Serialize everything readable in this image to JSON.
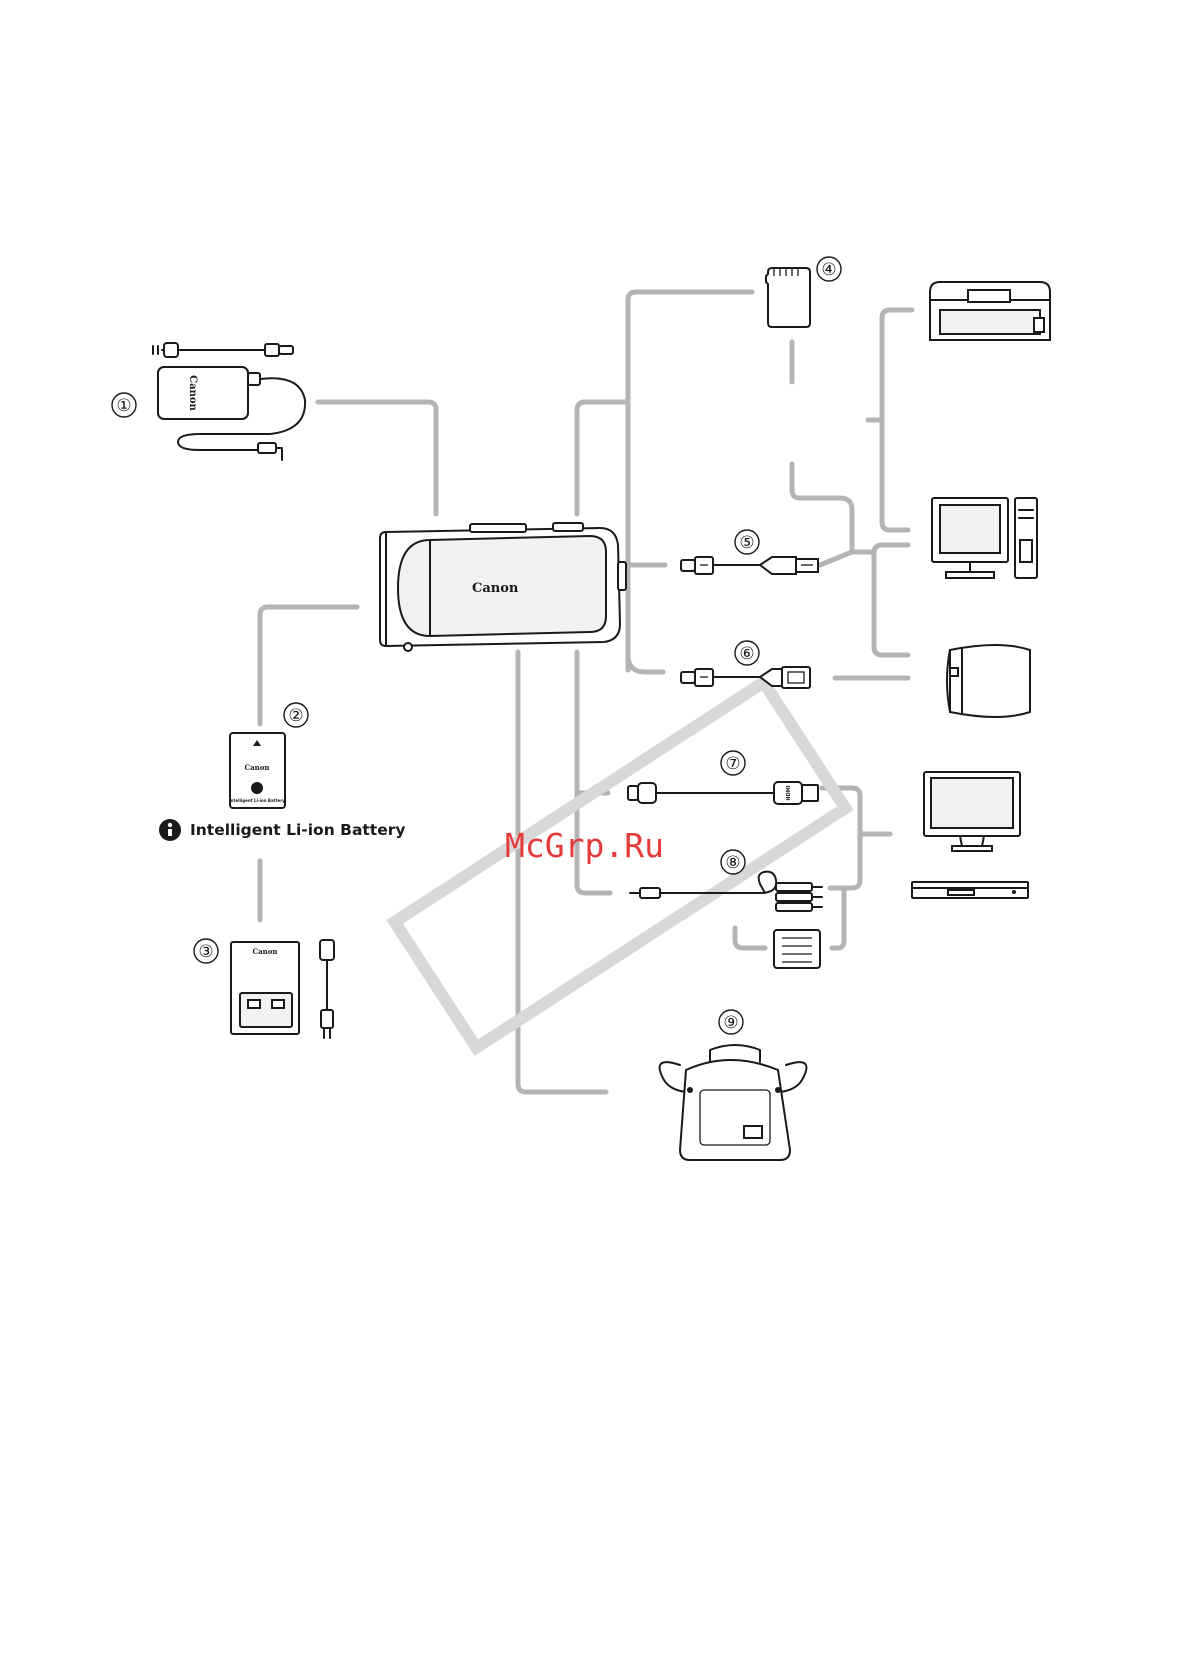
{
  "brand": {
    "camera": "Canon",
    "ac_adapter": "Canon",
    "battery": "Canon",
    "charger": "Canon"
  },
  "labels": {
    "n1": "①",
    "n2": "②",
    "n3": "③",
    "n4": "④",
    "n5": "⑤",
    "n6": "⑥",
    "n7": "⑦",
    "n8": "⑧",
    "n9": "⑨"
  },
  "battery_caption": "Intelligent Li-ion Battery",
  "battery_small_text": "Intelligent Li-ion Battery",
  "watermark": "McGrp.Ru",
  "hdmi_plug_text": "HDMI",
  "colors": {
    "connector": "#b4b4b4",
    "outline": "#1a1a1a",
    "watermark": "#e53a3a"
  },
  "icons": [
    "camcorder-icon",
    "ac-adapter-icon",
    "battery-pack-icon",
    "battery-charger-icon",
    "sd-card-icon",
    "usb-cable-icon",
    "usb-adapter-cable-icon",
    "hdmi-cable-icon",
    "av-cable-icon",
    "scart-adapter-icon",
    "camera-bag-icon",
    "printer-icon",
    "computer-icon",
    "external-drive-icon",
    "tv-icon",
    "recorder-icon"
  ]
}
